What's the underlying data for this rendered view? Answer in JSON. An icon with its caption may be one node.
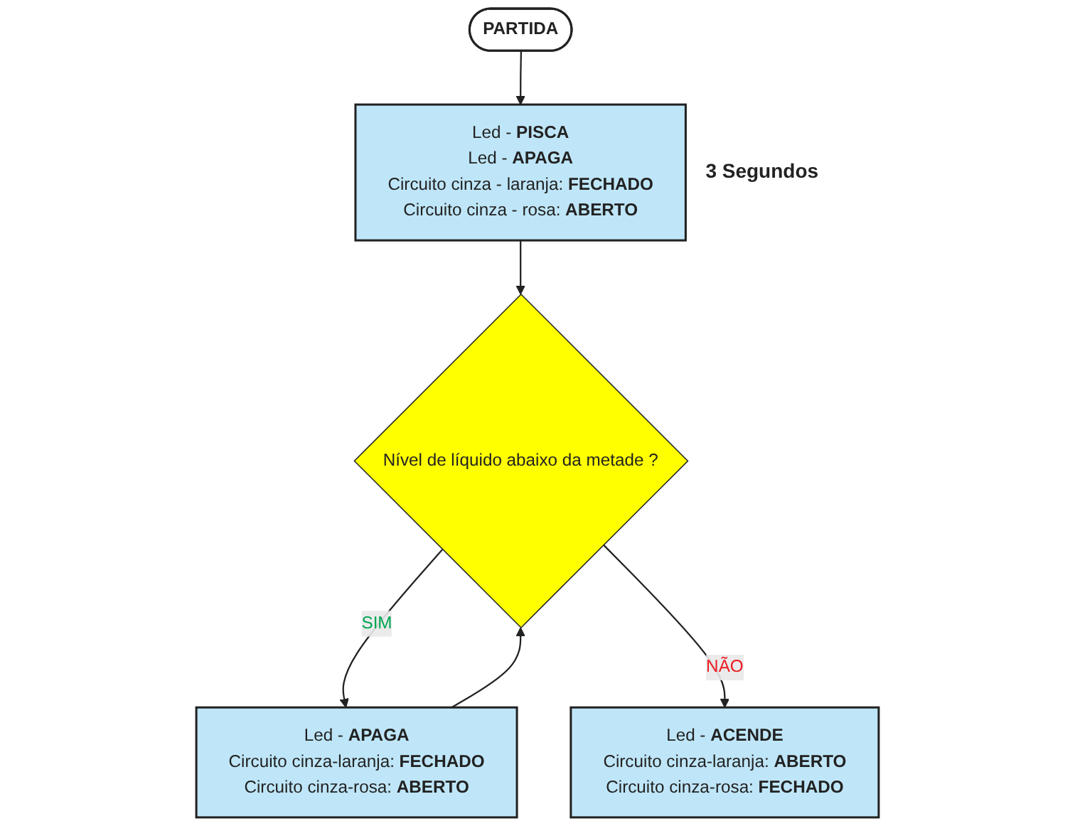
{
  "diagram": {
    "nodes": [
      {
        "text": [
          "**PARTIDA**"
        ]
      },
      {
        "text": [
          "Led - **PISCA**",
          "Led - **APAGA**",
          "Circuito cinza - laranja: **FECHADO**",
          "Circuito cinza - rosa: **ABERTO**"
        ],
        "beside": [
          "**3 Segundos**"
        ]
      },
      {
        "text": [
          "Nível de líquido abaixo da metade ?"
        ]
      },
      {
        "text": [
          "Led - **APAGA**",
          "Circuito cinza-laranja: **FECHADO**",
          "Circuito cinza-rosa: **ABERTO**"
        ]
      },
      {
        "text": [
          "Led - **ACENDE**",
          "Circuito cinza-laranja: **ABERTO**",
          "Circuito cinza-rosa: **FECHADO**"
        ]
      }
    ],
    "edges": [
      {
        "from": 0,
        "to": 1,
        "arrow": "to"
      },
      {
        "from": 1,
        "to": 2,
        "arrow": "to"
      },
      {
        "from": 2,
        "to": 3,
        "label": "SIM",
        "arrow": "to"
      },
      {
        "from": 2,
        "to": 4,
        "label": "NÃO",
        "arrow": "to"
      },
      {
        "from": 3,
        "to": 2,
        "arrow": "to"
      }
    ]
  }
}
